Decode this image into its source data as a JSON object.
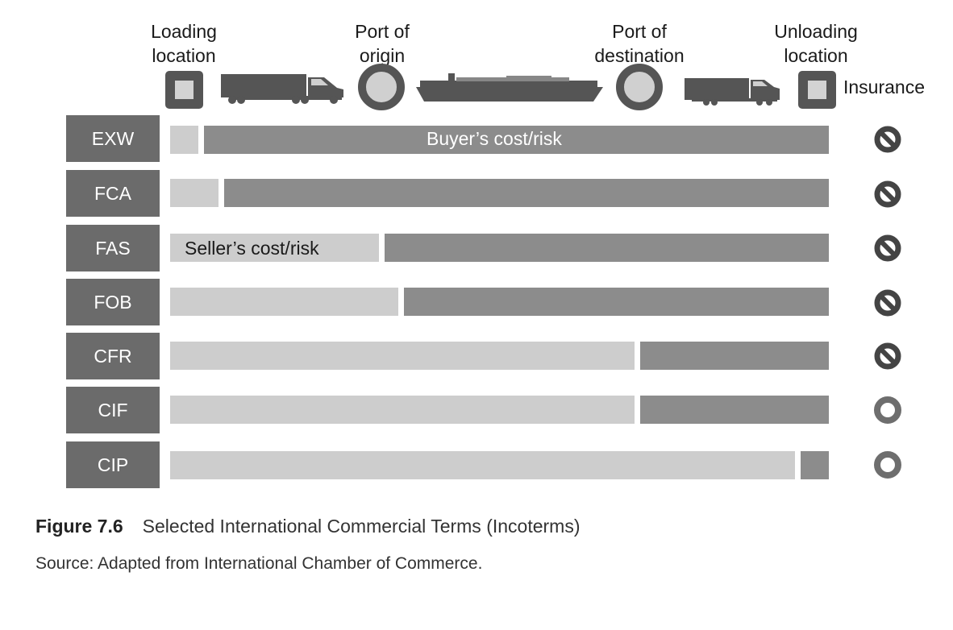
{
  "header": {
    "stages": [
      {
        "label": "Loading\nlocation",
        "icon": "warehouse-icon"
      },
      {
        "label": "Port of\norigin",
        "icon": "port-icon"
      },
      {
        "label": "Port of\ndestination",
        "icon": "port-icon"
      },
      {
        "label": "Unloading\nlocation",
        "icon": "warehouse-icon"
      }
    ],
    "transport_icons": [
      "truck-icon",
      "ship-icon",
      "truck-icon"
    ],
    "insurance_label": "Insurance"
  },
  "bar_labels": {
    "buyer": "Buyer’s cost/risk",
    "seller": "Seller’s cost/risk"
  },
  "terms": [
    {
      "code": "EXW",
      "seller_share": 0.043,
      "insurance": "no-insurance"
    },
    {
      "code": "FCA",
      "seller_share": 0.074,
      "insurance": "no-insurance"
    },
    {
      "code": "FAS",
      "seller_share": 0.317,
      "insurance": "no-insurance"
    },
    {
      "code": "FOB",
      "seller_share": 0.346,
      "insurance": "no-insurance"
    },
    {
      "code": "CFR",
      "seller_share": 0.705,
      "insurance": "no-insurance"
    },
    {
      "code": "CIF",
      "seller_share": 0.705,
      "insurance": "insurance"
    },
    {
      "code": "CIP",
      "seller_share": 0.948,
      "insurance": "insurance"
    }
  ],
  "colors": {
    "seller": "#cdcdcd",
    "buyer": "#8c8c8c",
    "term_box": "#6b6b6b",
    "icon": "#555555",
    "insurance_no": "#444444",
    "insurance_yes": "#6e6e6e"
  },
  "figure": {
    "number": "Figure 7.6",
    "title": "Selected International Commercial Terms (Incoterms)",
    "source": "Source: Adapted from International Chamber of Commerce."
  }
}
